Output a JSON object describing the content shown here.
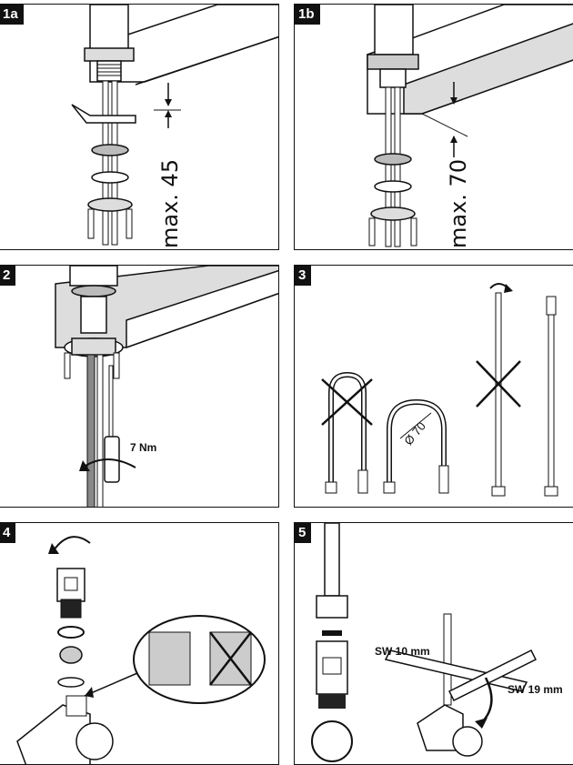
{
  "steps": {
    "s1a": {
      "label": "1a",
      "dimension": "max. 45"
    },
    "s1b": {
      "label": "1b",
      "dimension": "max. 70"
    },
    "s2": {
      "label": "2",
      "torque": "7 Nm"
    },
    "s3": {
      "label": "3",
      "diameter": "Ø 70"
    },
    "s4": {
      "label": "4"
    },
    "s5": {
      "label": "5",
      "wrench_small": "SW 10 mm",
      "wrench_large": "SW 19 mm"
    }
  },
  "colors": {
    "ink": "#111111",
    "gray": "#bdbdbd",
    "light": "#e6e6e6"
  }
}
